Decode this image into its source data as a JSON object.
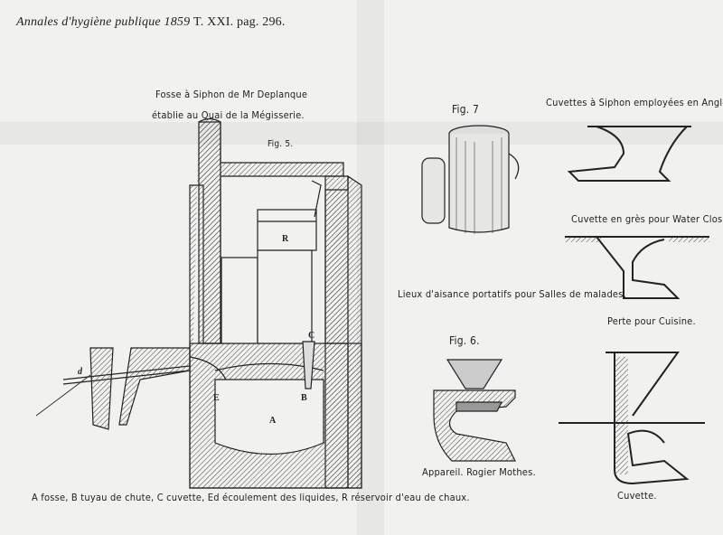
{
  "header": {
    "journal": "Annales d'hygiène publique",
    "year": "1859",
    "volume": "T. XXI.",
    "page": "pag. 296."
  },
  "fig5": {
    "title_line1": "Fosse à Siphon de Mr Deplanque",
    "title_line2": "établie au Quai de la Mégisserie.",
    "fig_label": "Fig. 5.",
    "labels": {
      "R": "R",
      "C": "C",
      "d": "d",
      "E": "E",
      "B": "B",
      "A": "A"
    },
    "caption": "A fosse, B tuyau de chute, C cuvette, Ed écoulement des liquides, R réservoir d'eau de chaux."
  },
  "fig7": {
    "fig_label": "Fig. 7"
  },
  "portable": {
    "caption": "Lieux d'aisance portatifs pour Salles de malades."
  },
  "fig6": {
    "fig_label": "Fig. 6.",
    "caption": "Appareil. Rogier Mothes."
  },
  "english": {
    "title": "Cuvettes à Siphon employées en Angleterre.",
    "item1": "Cuvette en grès pour Water Closet.",
    "item2": "Perte pour Cuisine.",
    "item3": "Cuvette."
  }
}
